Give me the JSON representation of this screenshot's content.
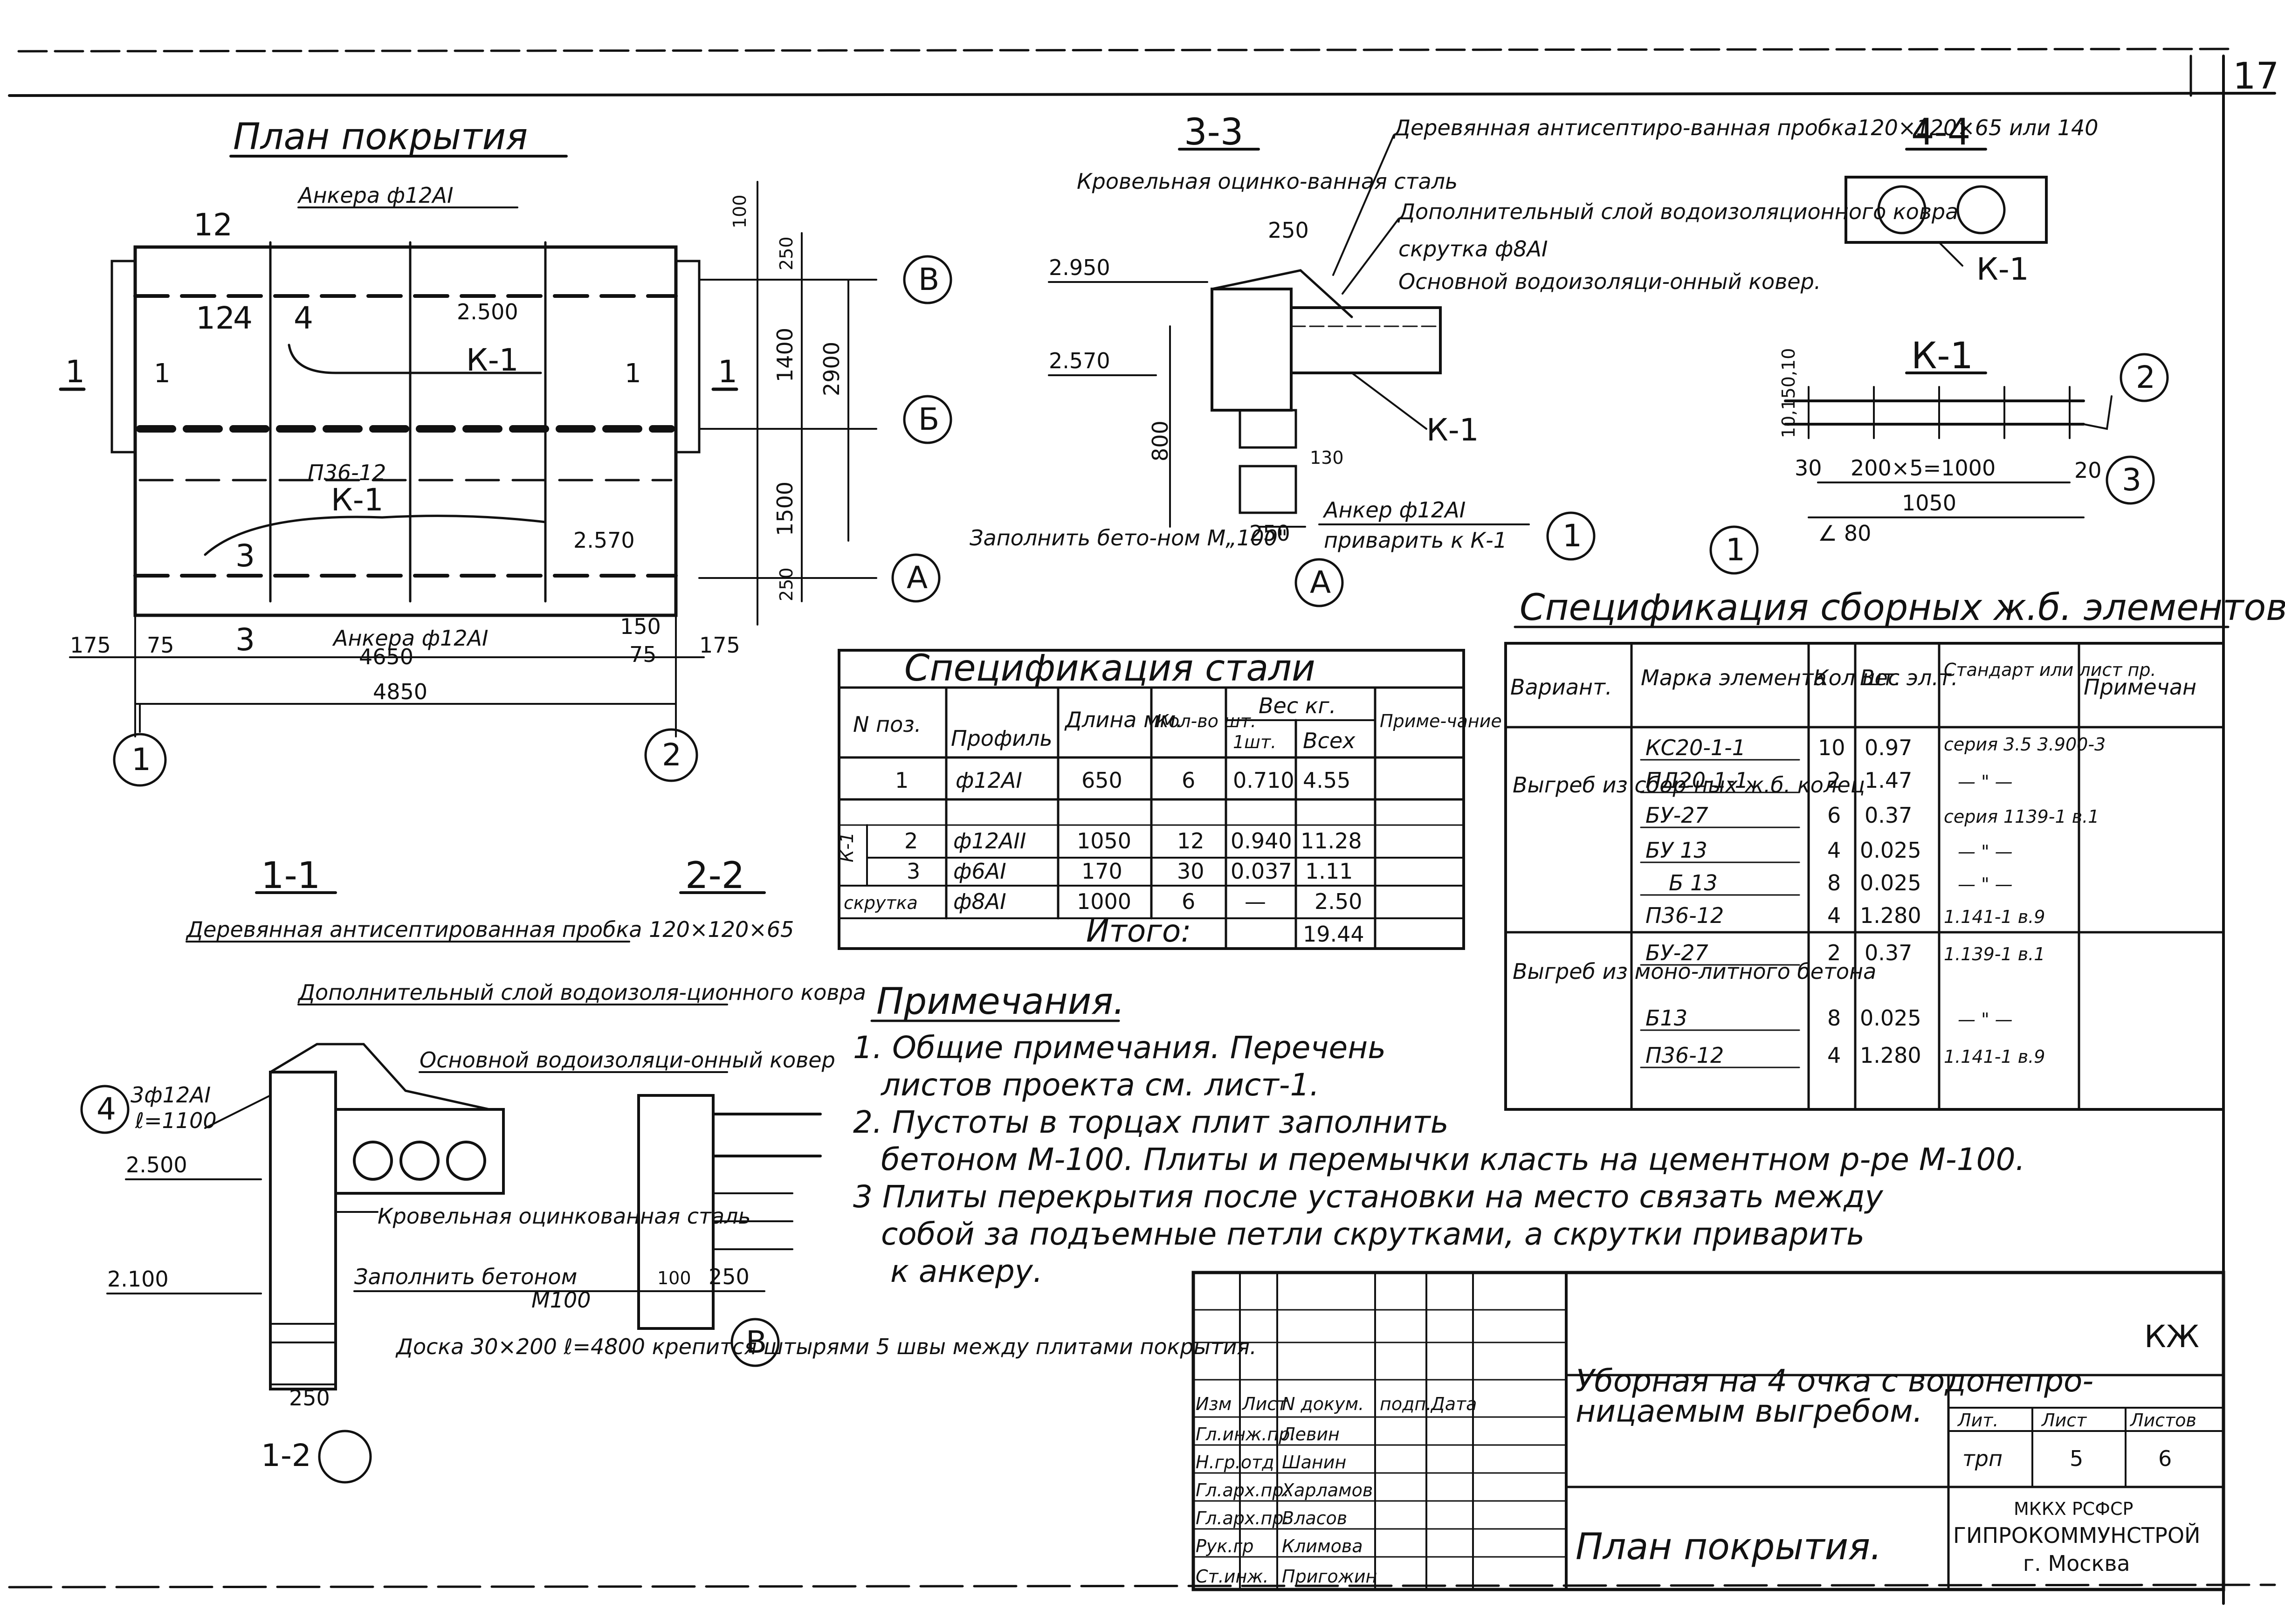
{
  "sheet_number": "17",
  "plan": {
    "title": "План покрытия",
    "anchors_top": "Анкера ф12АI",
    "anchors_bottom": "Анкера ф12АI",
    "mark_12": "12",
    "mark_124": "12",
    "mark_4a": "4",
    "mark_4b": "4",
    "level_top": "2.500",
    "k1_upper": "К-1",
    "k1_lower": "К-1",
    "p36": "П36-12",
    "level_low": "2.570",
    "mark_3": "3",
    "mark_31": "3",
    "sec1_left": "1",
    "sec1_right": "1",
    "sec1_small_left": "1",
    "sec1_small_right": "1",
    "dims": {
      "d175l": "175",
      "d75l": "75",
      "d4650": "4650",
      "d4850": "4850",
      "d150": "150",
      "d75r": "75",
      "d175r": "175"
    },
    "vdims": {
      "d100": "100",
      "d250a": "250",
      "d1400": "1400",
      "d2900": "2900",
      "d1500": "1500",
      "d250b": "250"
    },
    "axes": {
      "v": "В",
      "b": "Б",
      "a": "А",
      "ax1": "1",
      "ax2": "2"
    }
  },
  "sec33": {
    "title": "3-3",
    "roof_steel": "Кровельная оцинко-ванная сталь",
    "w250": "250",
    "lvl2950": "2.950",
    "lvl2570": "2.570",
    "h800": "800",
    "n130": "130",
    "w250b": "250",
    "k1": "К-1",
    "fill_concrete": "Заполнить бето-ном М„100\"",
    "anchor": "Анкер ф12АI",
    "weld": "приварить к К-1",
    "circle1": "1",
    "axisA": "А",
    "wood_plug": "Деревянная антисептиро-ванная пробка120×120×65 или 140",
    "extra_layer": "Дополнительный слой водоизоляционного ковра",
    "twist": "скрутка ф8АI",
    "main_layer": "Основной водоизоляци-онный ковер."
  },
  "sec44": {
    "title": "4-4",
    "k1": "К-1"
  },
  "k1_detail": {
    "title": "К-1",
    "spacing": "200×5=1000",
    "total": "1050",
    "d30": "30",
    "d20": "20",
    "d10150": "10,150,10",
    "c1": "1",
    "c2": "2",
    "c3": "3",
    "angle": "∠ 80"
  },
  "sec11": {
    "title": "1-1",
    "wood_plug": "Деревянная антисептированная пробка 120×120×65",
    "extra_layer": "Дополнительный слой водоизоля-ционного ковра",
    "main_layer": "Основной водоизоляци-онный ковер",
    "rebar": "3ф12АI",
    "rebar_len": "ℓ=1100",
    "c4": "4",
    "lvl2500": "2.500",
    "lvl2100": "2.100",
    "roof_steel": "Кровельная оцинкованная сталь",
    "fill": "Заполнить бетоном",
    "m100": "М100",
    "w250": "250",
    "plank": "Доска 30×200 ℓ=4800 крепится штырями 5 швы между плитами покрытия.",
    "ref": "1-2",
    "d100": "100",
    "d250": "250",
    "axisV": "В"
  },
  "sec22": {
    "title": "2-2"
  },
  "steel_spec": {
    "title": "Спецификация стали",
    "headers": {
      "pos": "N поз.",
      "profile": "Профиль",
      "length": "Длина мм.",
      "qty": "Кол-во шт.",
      "weight": "Вес кг.",
      "w1": "1шт.",
      "wall": "Всех",
      "note": "Приме-чание"
    },
    "rows": [
      {
        "group": "",
        "pos": "1",
        "profile": "ф12АI",
        "length": "650",
        "qty": "6",
        "w1": "0.710",
        "wall": "4.55"
      },
      {
        "group": "К-1",
        "pos": "2",
        "profile": "ф12АII",
        "length": "1050",
        "qty": "12",
        "w1": "0.940",
        "wall": "11.28"
      },
      {
        "group": "",
        "pos": "3",
        "profile": "ф6АI",
        "length": "170",
        "qty": "30",
        "w1": "0.037",
        "wall": "1.11"
      },
      {
        "group": "",
        "pos": "скрутка",
        "profile": "ф8АI",
        "length": "1000",
        "qty": "6",
        "w1": "—",
        "wall": "2.50"
      }
    ],
    "total_label": "Итого:",
    "total": "19.44"
  },
  "elem_spec": {
    "title": "Спецификация сборных ж.б. элементов.",
    "headers": {
      "variant": "Вариант.",
      "mark": "Марка элемента",
      "qty": "Кол шт.",
      "weight": "Вес эл.т.",
      "std": "Стандарт или лист пр.",
      "note": "Примечан"
    },
    "variant1": "Выгреб из сбор-ных ж.б. колец",
    "variant2": "Выгреб из моно-литного бетона",
    "rows": [
      {
        "mark": "КС20-1-1",
        "qty": "10",
        "w": "0.97",
        "std": "серия 3.5 3.900-3"
      },
      {
        "mark": "ПД20-1-1",
        "qty": "2",
        "w": "1.47",
        "std": "— \" —"
      },
      {
        "mark": "БУ-27",
        "qty": "6",
        "w": "0.37",
        "std": "серия 1139-1 в.1"
      },
      {
        "mark": "БУ 13",
        "qty": "4",
        "w": "0.025",
        "std": "— \" —"
      },
      {
        "mark": "Б 13",
        "qty": "8",
        "w": "0.025",
        "std": "— \" —"
      },
      {
        "mark": "П36-12",
        "qty": "4",
        "w": "1.280",
        "std": "1.141-1 в.9"
      },
      {
        "mark": "БУ-27",
        "qty": "2",
        "w": "0.37",
        "std": "1.139-1 в.1"
      },
      {
        "mark": "",
        "qty": "",
        "w": "",
        "std": ""
      },
      {
        "mark": "Б13",
        "qty": "8",
        "w": "0.025",
        "std": "— \" —"
      },
      {
        "mark": "П36-12",
        "qty": "4",
        "w": "1.280",
        "std": "1.141-1 в.9"
      }
    ]
  },
  "notes": {
    "title": "Примечания.",
    "n1a": "1. Общие примечания. Перечень",
    "n1b": "листов проекта см. лист-1.",
    "n2a": "2. Пустоты в торцах плит заполнить",
    "n2b": "бетоном М-100. Плиты и перемычки класть на цементном р-ре М-100.",
    "n3a": "3 Плиты перекрытия после установки на место связать между",
    "n3b": "собой за подъемные петли скрутками, а скрутки приварить",
    "n3c": "к анкеру."
  },
  "stamp": {
    "code": "КЖ",
    "project_a": "Уборная на 4 очка с водонепро-",
    "project_b": "ницаемым выгребом.",
    "h_izm": "Изм",
    "h_list": "Лист",
    "h_doc": "N докум.",
    "h_sign": "подп.",
    "h_date": "Дата",
    "roles": [
      "Гл.инж.пр.",
      "Н.гр.отд",
      "Гл.арх.пр.",
      "Гл.арх.пр.",
      "Рук.гр",
      "Ст.инж."
    ],
    "names": [
      "Левин",
      "Шанин",
      "Харламов",
      "Власов",
      "Климова",
      "Пригожин"
    ],
    "lit_h": "Лит.",
    "sheet_h": "Лист",
    "sheets_h": "Листов",
    "lit": "трп",
    "sheet": "5",
    "sheets": "6",
    "drawing": "План покрытия.",
    "org1": "МККХ РСФСР",
    "org2": "ГИПРОКОММУНСТРОЙ",
    "org3": "г. Москва"
  }
}
